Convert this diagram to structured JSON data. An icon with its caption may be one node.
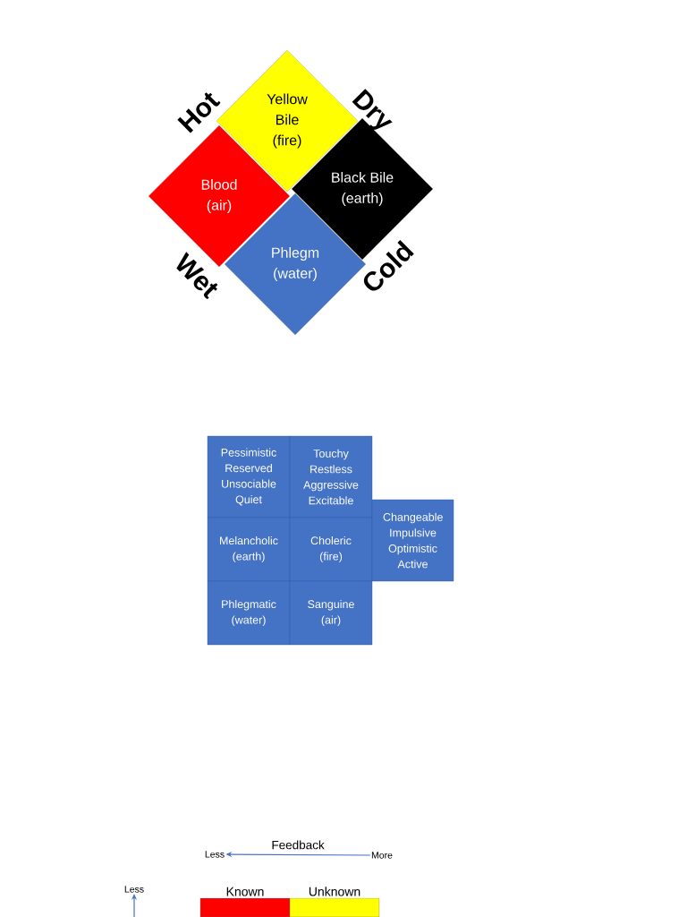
{
  "diagram": {
    "nodes": [
      {
        "text": [
          "Yellow Bile (fire)"
        ]
      },
      {
        "text": [
          "Blood (air)"
        ]
      },
      {
        "text": [
          "Black Bile (earth)"
        ]
      },
      {
        "text": [
          "Phlegm (water)"
        ]
      },
      {
        "text": [
          "Pessimistic Reserved Unsociable Quiet"
        ]
      },
      {
        "text": [
          "Touchy Restless Aggressive Excitable"
        ]
      },
      {
        "text": [
          "Melancholic (earth)"
        ]
      },
      {
        "text": [
          "Choleric (fire)"
        ]
      },
      {
        "text": [
          "Changeable Impulsive Optimistic Active"
        ]
      },
      {
        "text": [
          "Phlegmatic (water)"
        ]
      },
      {
        "text": [
          "Sanguine (air)"
        ]
      },
      {
        "text": [
          "Less"
        ]
      },
      {
        "text": [
          "More"
        ]
      },
      {
        "text": [
          "Less"
        ]
      },
      {
        "text": [
          "Known"
        ]
      },
      {
        "text": [
          "Unknown"
        ]
      }
    ],
    "edges": [
      {
        "from": 12,
        "to": 11,
        "arrow": "to",
        "label": "Feedback"
      },
      {
        "from": null,
        "to": 13,
        "arrow": "to"
      }
    ],
    "labels": [
      "Hot",
      "Dry",
      "Wet",
      "Cold"
    ]
  }
}
